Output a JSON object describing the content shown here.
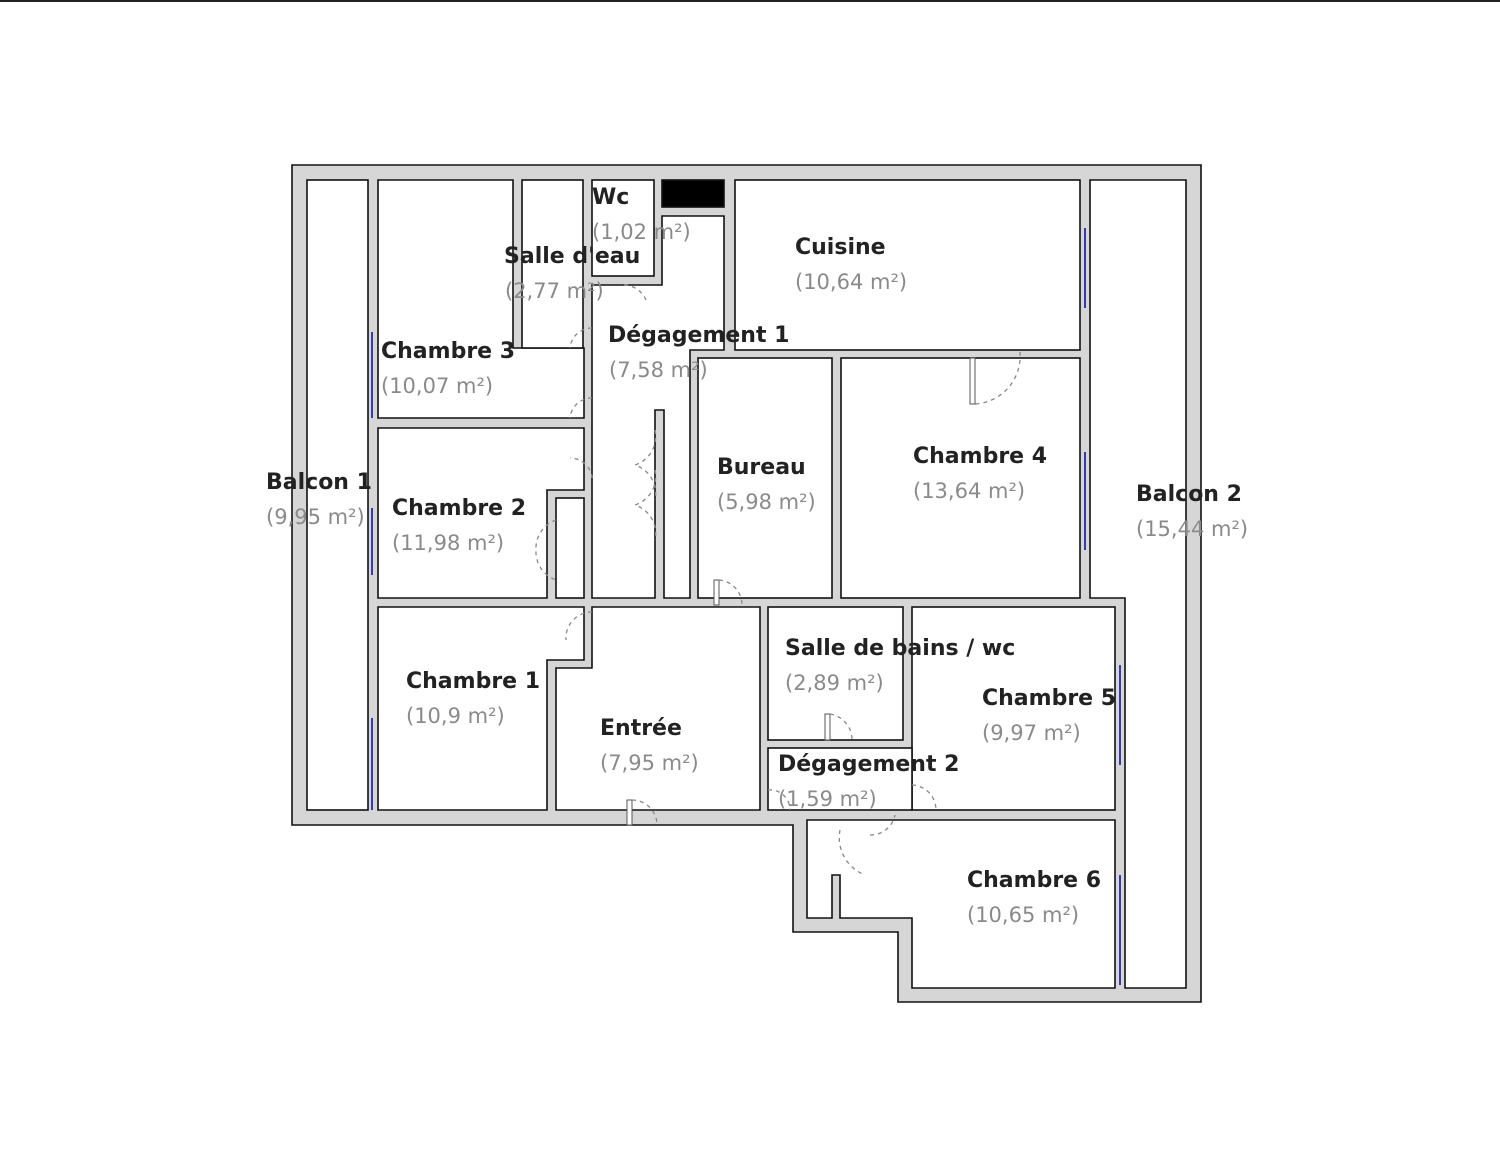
{
  "rooms": [
    {
      "name": "Balcon 1",
      "area": "(9,95 m²)"
    },
    {
      "name": "Chambre 3",
      "area": "(10,07 m²)"
    },
    {
      "name": "Salle d'eau",
      "area": "(2,77 m²)"
    },
    {
      "name": "Wc",
      "area": "(1,02 m²)"
    },
    {
      "name": "Dégagement 1",
      "area": "(7,58 m²)"
    },
    {
      "name": "Cuisine",
      "area": "(10,64 m²)"
    },
    {
      "name": "Chambre 2",
      "area": "(11,98 m²)"
    },
    {
      "name": "Bureau",
      "area": "(5,98 m²)"
    },
    {
      "name": "Chambre 4",
      "area": "(13,64 m²)"
    },
    {
      "name": "Balcon 2",
      "area": "(15,44 m²)"
    },
    {
      "name": "Chambre 1",
      "area": "(10,9 m²)"
    },
    {
      "name": "Entrée",
      "area": "(7,95 m²)"
    },
    {
      "name": "Salle de bains / wc",
      "area": "(2,89 m²)"
    },
    {
      "name": "Chambre 5",
      "area": "(9,97 m²)"
    },
    {
      "name": "Dégagement 2",
      "area": "(1,59 m²)"
    },
    {
      "name": "Chambre 6",
      "area": "(10,65 m²)"
    }
  ],
  "colors": {
    "wall": "#d6d6d6",
    "window": "#3a3ab0",
    "label": "#222222",
    "area": "#8a8a8a"
  }
}
